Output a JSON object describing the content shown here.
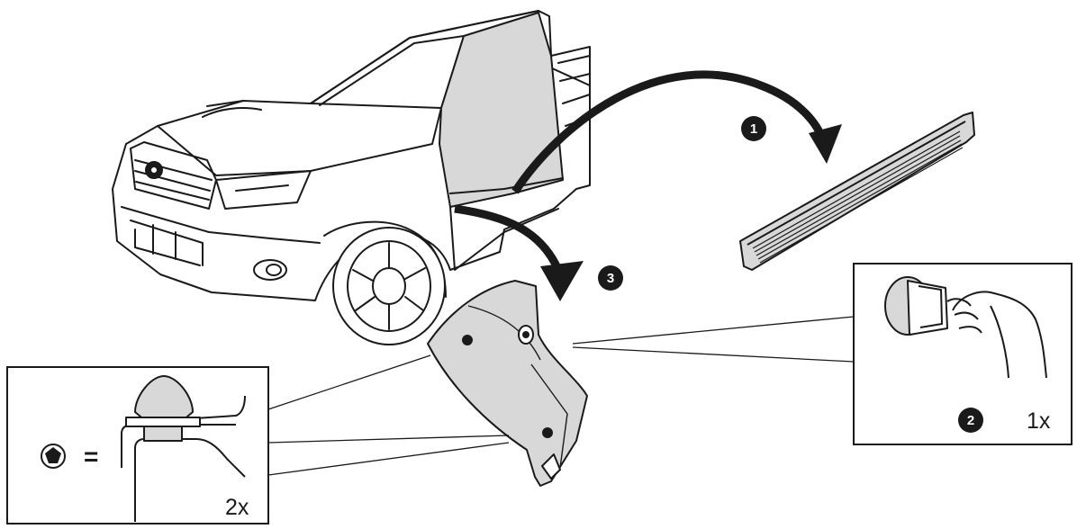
{
  "steps": {
    "step1": "1",
    "step2": "2",
    "step3": "3"
  },
  "clip_detail": {
    "equals": "=",
    "quantity": "2x"
  },
  "pull_detail": {
    "quantity": "1x"
  },
  "colors": {
    "line": "#1a1a1a",
    "part_fill": "#d8d8d8",
    "badge": "#1a1a1a"
  },
  "icons": [
    "pickup-truck-drawing",
    "sill-plate-drawing",
    "kick-panel-drawing",
    "push-clip-drawing",
    "hand-pull-drawing",
    "curved-arrow-icon",
    "clip-symbol-icon"
  ]
}
